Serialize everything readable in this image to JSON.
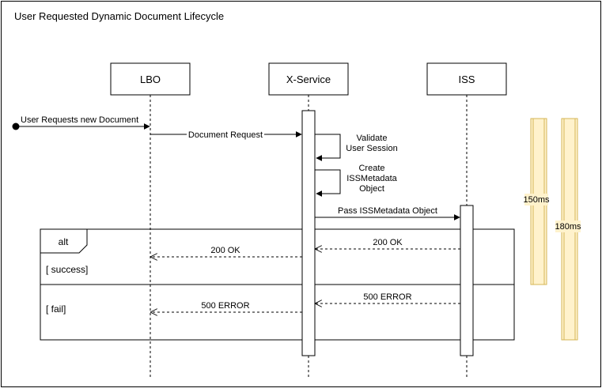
{
  "title": "User Requested Dynamic Document Lifecycle",
  "participants": {
    "lbo": "LBO",
    "xservice": "X-Service",
    "iss": "ISS"
  },
  "messages": {
    "user_request": "User Requests new Document",
    "document_request": "Document Request",
    "validate_line1": "Validate",
    "validate_line2": "User Session",
    "create_line1": "Create",
    "create_line2": "ISSMetadata",
    "create_line3": "Object",
    "pass_metadata": "Pass ISSMetadata Object",
    "iss_ok": "200 OK",
    "x_ok": "200 OK",
    "iss_error": "500 ERROR",
    "x_error": "500 ERROR"
  },
  "fragment": {
    "operator": "alt",
    "success_guard": "[ success]",
    "fail_guard": "[ fail]"
  },
  "timings": {
    "short": "150ms",
    "long": "180ms"
  },
  "colors": {
    "timing_fill": "#fff2cc",
    "timing_stroke": "#d6b656",
    "line": "#000000"
  }
}
